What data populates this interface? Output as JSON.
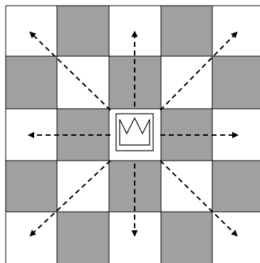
{
  "board": {
    "rows": 5,
    "cols": 5,
    "colors": {
      "light": "#ffffff",
      "dark": "#a0a0a0",
      "line": "#000000"
    },
    "pattern": [
      [
        0,
        1,
        0,
        1,
        0
      ],
      [
        1,
        0,
        1,
        0,
        1
      ],
      [
        0,
        1,
        2,
        1,
        0
      ],
      [
        1,
        0,
        1,
        0,
        1
      ],
      [
        0,
        1,
        0,
        1,
        0
      ]
    ]
  },
  "piece": {
    "icon": "crown-icon",
    "square": [
      2,
      2
    ]
  },
  "moves": {
    "style": "dashed",
    "directions": [
      "up",
      "down",
      "left",
      "right",
      "up-left",
      "up-right",
      "down-left",
      "down-right"
    ]
  }
}
